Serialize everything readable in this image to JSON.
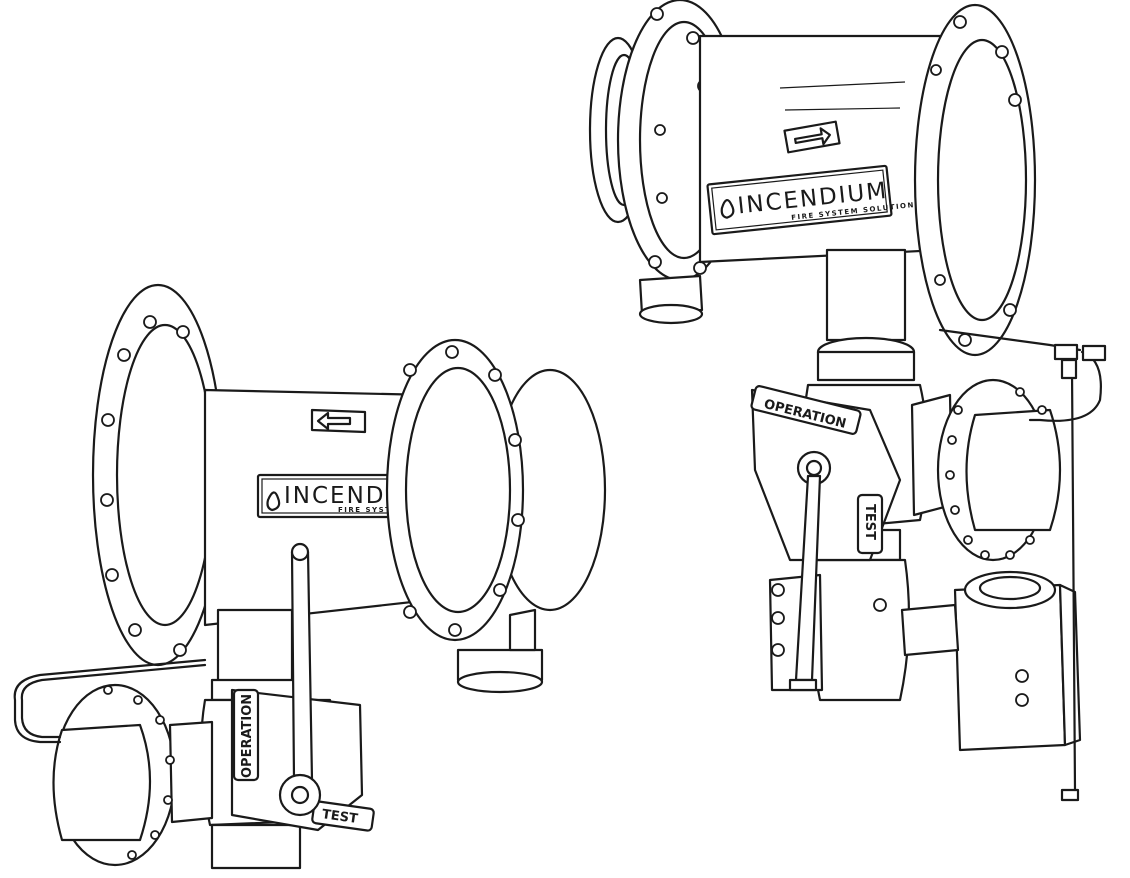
{
  "brand": {
    "name": "INCENDIUM",
    "tagline": "FIRE SYSTEM SOLUTIONS"
  },
  "left_assembly": {
    "operation_tag": "OPERATION",
    "test_tag": "TEST"
  },
  "right_assembly": {
    "operation_tag": "OPERATION",
    "test_tag": "TEST"
  }
}
